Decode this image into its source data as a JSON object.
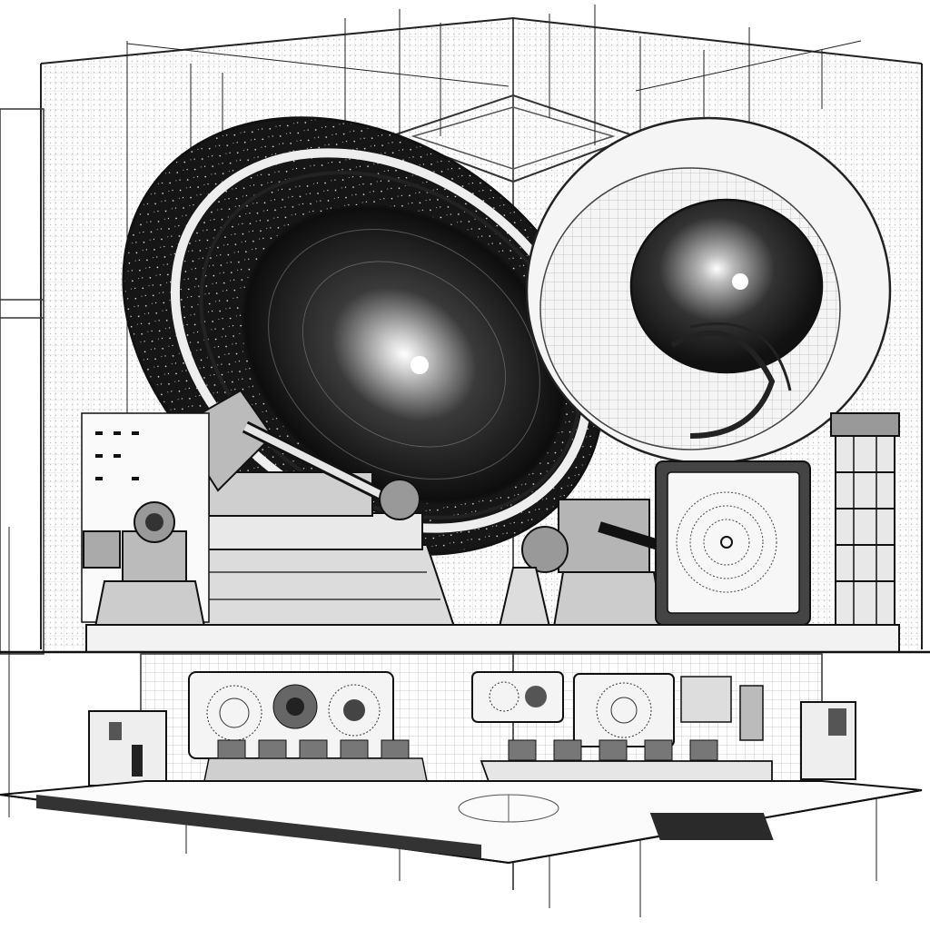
{
  "palette": {
    "paper": "#ffffff",
    "ink": "#111111",
    "mid": "#555555",
    "light": "#bdbdbd",
    "dark": "#1a1a1a"
  },
  "scene": {
    "subject": "radio-telescope-observatory-cutaway",
    "elements": [
      "left-antenna-dish",
      "right-antenna-dish",
      "left-robotic-mount",
      "right-robotic-mount",
      "monitor-screen",
      "equipment-tower",
      "control-room-consoles",
      "wall-displays"
    ]
  }
}
